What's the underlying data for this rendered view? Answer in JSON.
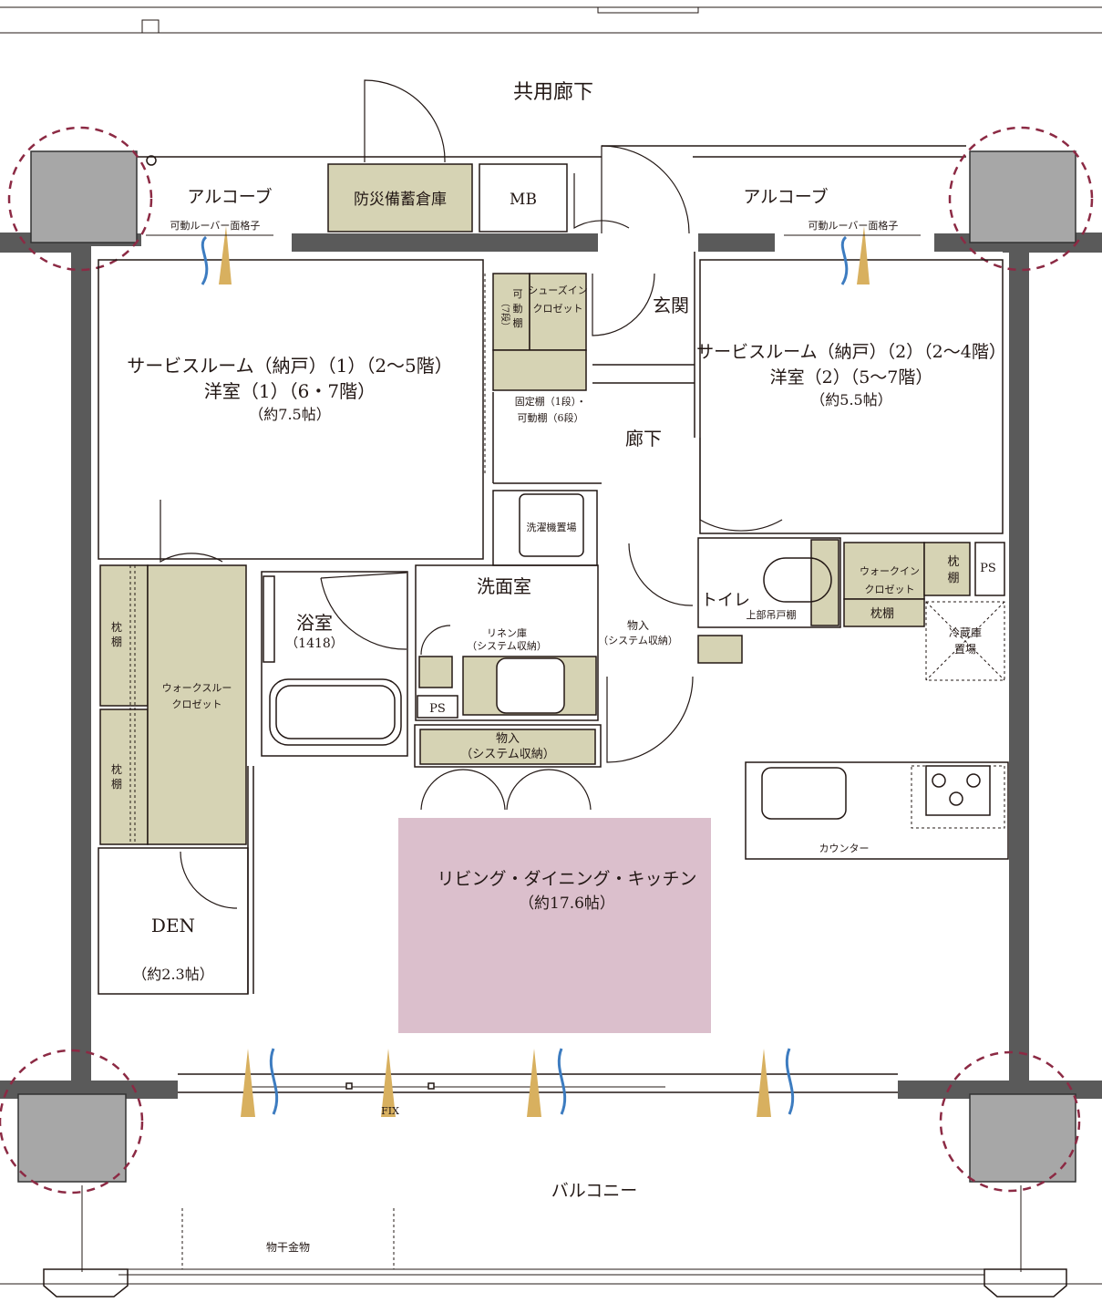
{
  "labels": {
    "common_corridor": "共用廊下",
    "alcove_left": "アルコーブ",
    "alcove_right": "アルコーブ",
    "louver_left": "可動ルーバー面格子",
    "louver_right": "可動ルーバー面格子",
    "disaster_storage": "防災備蓄倉庫",
    "mb": "MB",
    "entrance": "玄関",
    "shoes_closet_1": "シューズイン",
    "shoes_closet_2": "クロゼット",
    "movable_shelf_1": "可",
    "movable_shelf_2": "動",
    "movable_shelf_3": "棚",
    "movable_shelf_4": "（7段）",
    "fixed_shelf_1": "固定棚（1段）・",
    "fixed_shelf_2": "可動棚（6段）",
    "corridor": "廊下",
    "room1_line1": "サービスルーム（納戸）（1）（2〜5階）",
    "room1_line2": "洋室（1）（6・7階）",
    "room1_line3": "（約7.5帖）",
    "room2_line1": "サービスルーム（納戸）（2）（2〜4階）",
    "room2_line2": "洋室（2）（5〜7階）",
    "room2_line3": "（約5.5帖）",
    "washer": "洗濯機置場",
    "washroom": "洗面室",
    "bath": "浴室",
    "bath_size": "（1418）",
    "linen_1": "リネン庫",
    "linen_2": "（システム収納）",
    "ps_center": "PS",
    "storage_center_1": "物入",
    "storage_center_2": "（システム収納）",
    "toilet": "トイレ",
    "upper_cabinet": "上部吊戸棚",
    "storage_right_1": "物入",
    "storage_right_2": "（システム収納）",
    "walkin_1": "ウォークイン",
    "walkin_2": "クロゼット",
    "pillow_shelf_right": "枕棚",
    "pillow_shelf_v1": "枕",
    "pillow_shelf_v2": "棚",
    "ps_right": "PS",
    "fridge_1": "冷蔵庫",
    "fridge_2": "置場",
    "walkthrough_1": "ウォークスルー",
    "walkthrough_2": "クロゼット",
    "pillow_top_1": "枕",
    "pillow_top_2": "棚",
    "pillow_bottom_1": "枕",
    "pillow_bottom_2": "棚",
    "counter": "カウンター",
    "ldk_line1": "リビング・ダイニング・キッチン",
    "ldk_line2": "（約17.6帖）",
    "den": "DEN",
    "den_size": "（約2.3帖）",
    "fix": "FIX",
    "balcony": "バルコニー",
    "laundry_hanger": "物干金物"
  },
  "colors": {
    "ldk_highlight": "#dbbfcc",
    "storage_beige": "#d6d3b4",
    "pillar_gray": "#a7a7a7",
    "ring_maroon": "#8c2a44",
    "vent_blue": "#3d7cc0",
    "vent_gold": "#d8b05f"
  }
}
